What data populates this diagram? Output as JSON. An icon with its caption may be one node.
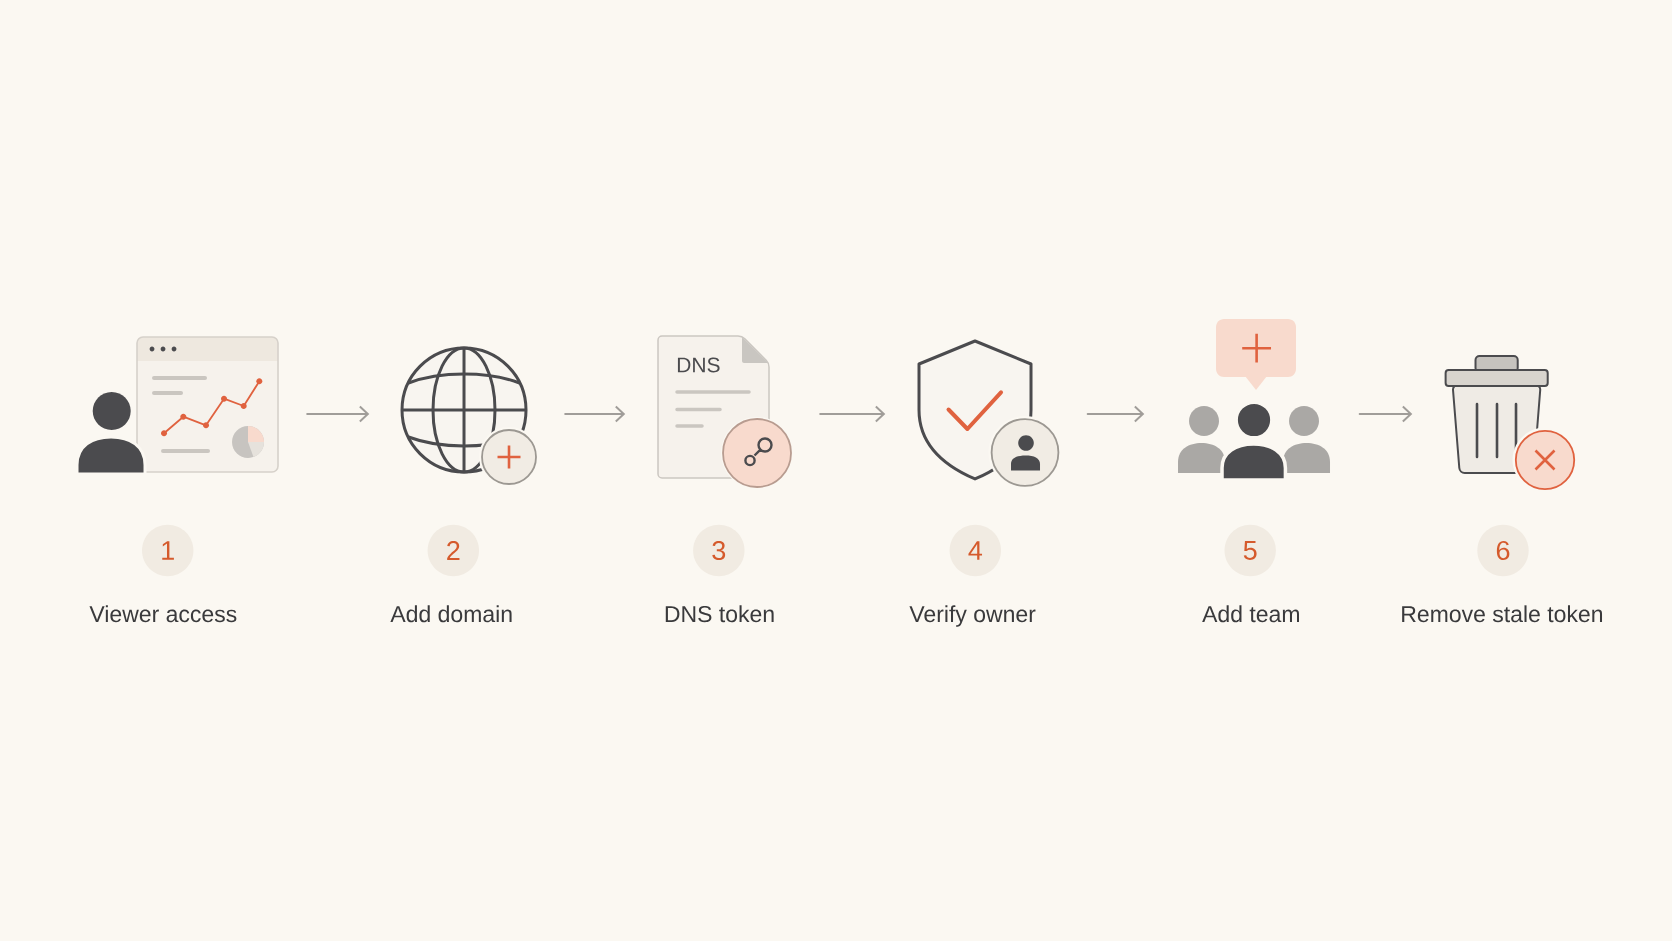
{
  "diagram": {
    "nodes": [
      {
        "text": [],
        "shape": "picture"
      },
      {
        "text": [],
        "shape": "picture"
      },
      {
        "text": [
          "DNS"
        ]
      },
      {
        "text": [],
        "shape": "picture"
      },
      {
        "text": [],
        "shape": "picture"
      },
      {
        "text": [],
        "shape": "picture"
      },
      {
        "text": [
          "1"
        ],
        "beside": [
          "Viewer access"
        ]
      },
      {
        "text": [
          "2"
        ],
        "beside": [
          "Add domain"
        ]
      },
      {
        "text": [
          "3"
        ],
        "beside": [
          "DNS token"
        ]
      },
      {
        "text": [
          "4"
        ],
        "beside": [
          "Verify owner"
        ]
      },
      {
        "text": [
          "5"
        ],
        "beside": [
          "Add team"
        ]
      },
      {
        "text": [
          "6"
        ],
        "beside": [
          "Remove stale token"
        ]
      }
    ],
    "edges": [
      {
        "from": 0,
        "to": 1,
        "arrow": "to"
      },
      {
        "from": 1,
        "to": 2,
        "arrow": "to"
      },
      {
        "from": 2,
        "to": 3,
        "arrow": "to"
      },
      {
        "from": 3,
        "to": 4,
        "arrow": "to"
      },
      {
        "from": 4,
        "to": 5,
        "arrow": "to"
      }
    ]
  }
}
